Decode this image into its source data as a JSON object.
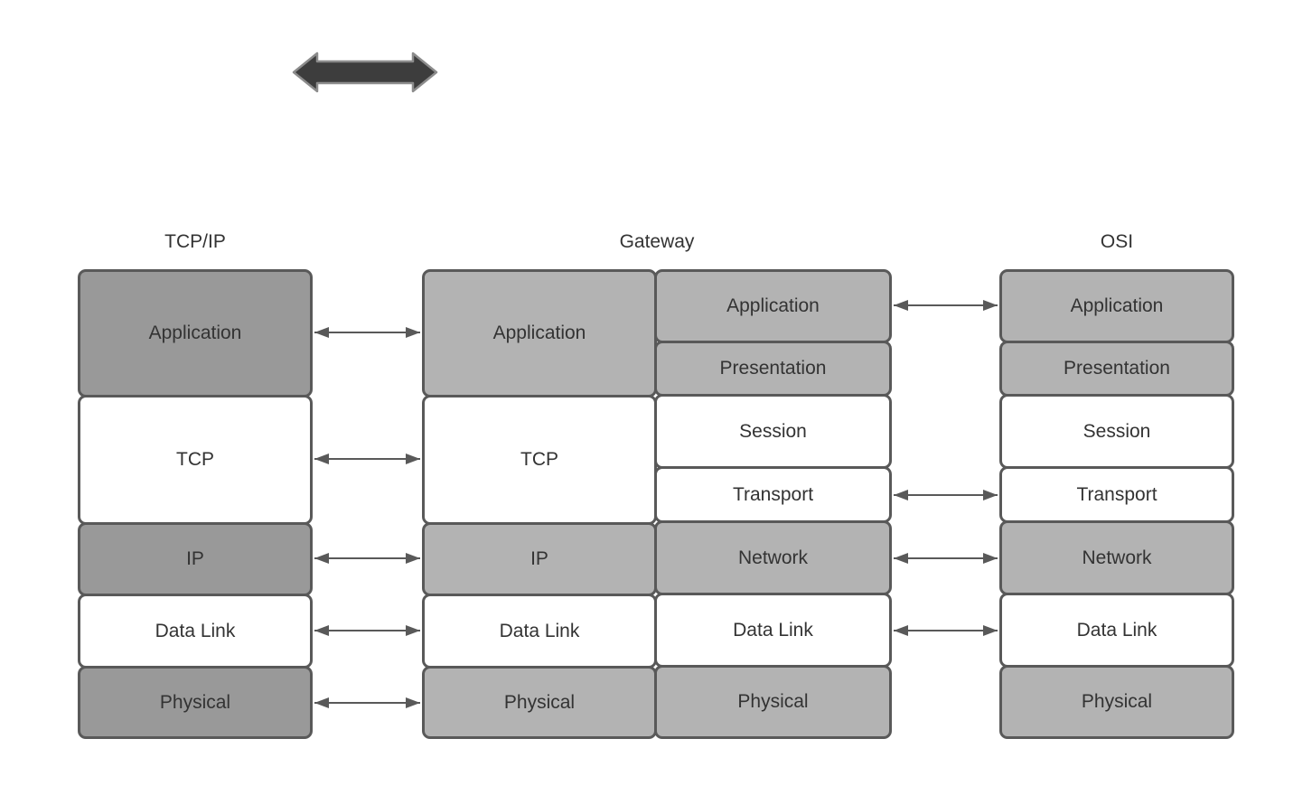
{
  "headers": {
    "tcpip": "TCP/IP",
    "gateway": "Gateway",
    "osi": "OSI"
  },
  "stacks": {
    "tcpip": {
      "layers": [
        {
          "label": "Application",
          "fill": "#999999"
        },
        {
          "label": "TCP",
          "fill": "#ffffff"
        },
        {
          "label": "IP",
          "fill": "#999999"
        },
        {
          "label": "Data Link",
          "fill": "#ffffff"
        },
        {
          "label": "Physical",
          "fill": "#999999"
        }
      ]
    },
    "gateway_left": {
      "layers": [
        {
          "label": "Application",
          "fill": "#b3b3b3"
        },
        {
          "label": "TCP",
          "fill": "#ffffff"
        },
        {
          "label": "IP",
          "fill": "#b3b3b3"
        },
        {
          "label": "Data Link",
          "fill": "#ffffff"
        },
        {
          "label": "Physical",
          "fill": "#b3b3b3"
        }
      ]
    },
    "gateway_right": {
      "layers": [
        {
          "label": "Application",
          "fill": "#b3b3b3"
        },
        {
          "label": "Presentation",
          "fill": "#b3b3b3"
        },
        {
          "label": "Session",
          "fill": "#ffffff"
        },
        {
          "label": "Transport",
          "fill": "#ffffff"
        },
        {
          "label": "Network",
          "fill": "#b3b3b3"
        },
        {
          "label": "Data Link",
          "fill": "#ffffff"
        },
        {
          "label": "Physical",
          "fill": "#b3b3b3"
        }
      ]
    },
    "osi": {
      "layers": [
        {
          "label": "Application",
          "fill": "#b3b3b3"
        },
        {
          "label": "Presentation",
          "fill": "#b3b3b3"
        },
        {
          "label": "Session",
          "fill": "#ffffff"
        },
        {
          "label": "Transport",
          "fill": "#ffffff"
        },
        {
          "label": "Network",
          "fill": "#b3b3b3"
        },
        {
          "label": "Data Link",
          "fill": "#ffffff"
        },
        {
          "label": "Physical",
          "fill": "#b3b3b3"
        }
      ]
    }
  },
  "connections": {
    "tcpip_to_gateway": [
      "Application",
      "TCP",
      "IP",
      "Data Link",
      "Physical"
    ],
    "gateway_to_osi": [
      "Application",
      "Transport",
      "Network",
      "Data Link"
    ]
  },
  "icons": {
    "top_left": "double-headed-arrow"
  },
  "colors": {
    "background": "#ffffff",
    "box_fill_dark": "#999999",
    "box_fill_light": "#b3b3b3",
    "box_fill_white": "#ffffff",
    "box_border": "#595959",
    "label_text": "#333333",
    "connector": "#595959",
    "big_arrow_fill": "#3d3d3d",
    "big_arrow_stroke": "#8c8c8c"
  }
}
